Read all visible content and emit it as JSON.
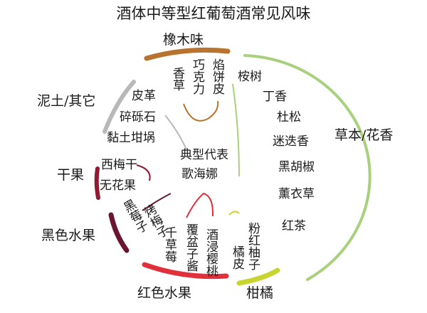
{
  "title": "酒体中等型红葡萄酒常见风味",
  "center": {
    "line1": "典型代表",
    "line2": "歌海娜"
  },
  "colors": {
    "oak": "#b8732f",
    "herbal": "#a9d07d",
    "citrus": "#c8d430",
    "red_fruit": "#e0303c",
    "black_fruit": "#6b1630",
    "dried_fruit": "#8e1b30",
    "earth": "#b8b8b8"
  },
  "categories": {
    "oak": "橡木味",
    "herbal": "草本/花香",
    "citrus": "柑橘",
    "red_fruit": "红色水果",
    "black_fruit": "黑色水果",
    "dried_fruit": "干果",
    "earth": "泥土/其它"
  },
  "flavors": {
    "oak": [
      "香草",
      "巧克力",
      "焰饼皮"
    ],
    "herbal": [
      "桉树",
      "丁香",
      "杜松",
      "迷迭香",
      "黑胡椒",
      "薰衣草",
      "红茶"
    ],
    "citrus": [
      "粉红柚子",
      "橘皮"
    ],
    "red_fruit": [
      "千草莓",
      "覆盆子酱",
      "酒浸樱桃"
    ],
    "black_fruit": [
      "黑莓子",
      "烤梅子"
    ],
    "dried_fruit": [
      "西梅干",
      "无花果"
    ],
    "earth": [
      "皮革",
      "碎砾石",
      "黏土坩埚"
    ]
  }
}
